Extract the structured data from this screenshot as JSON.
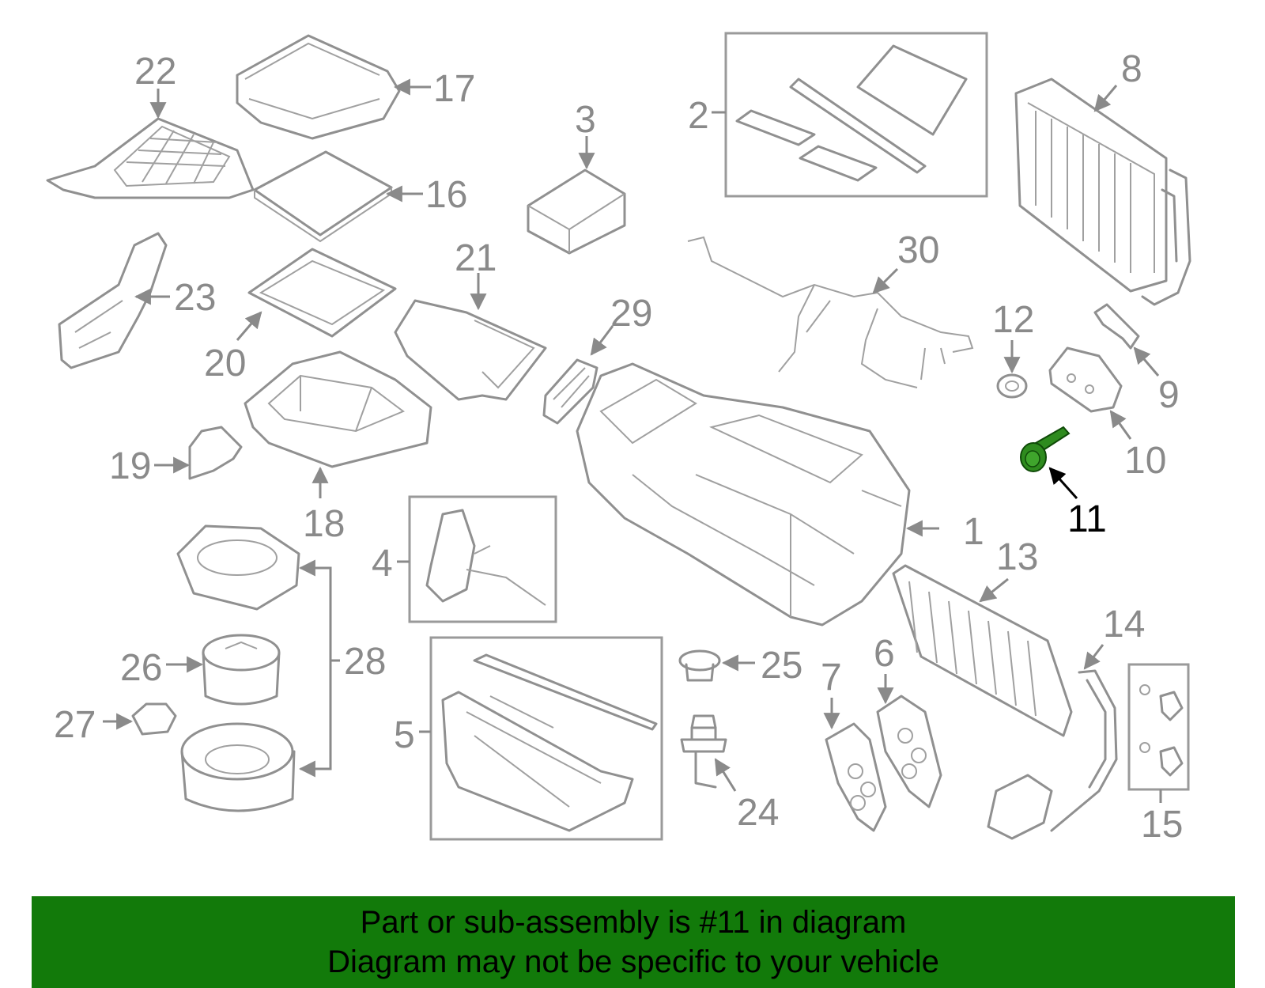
{
  "diagram": {
    "highlight_part": "11",
    "colors": {
      "part_stroke": "#909090",
      "highlight": "#2e8b1e",
      "banner": "#127a0a",
      "label": "#8a8a8a"
    },
    "labels": [
      "1",
      "2",
      "3",
      "4",
      "5",
      "6",
      "7",
      "8",
      "9",
      "10",
      "11",
      "12",
      "13",
      "14",
      "15",
      "16",
      "17",
      "18",
      "19",
      "20",
      "21",
      "22",
      "23",
      "24",
      "25",
      "26",
      "27",
      "28",
      "29",
      "30"
    ]
  },
  "footer": {
    "line1": "Part or sub-assembly is #11 in diagram",
    "line2": "Diagram may not be specific to your vehicle"
  }
}
